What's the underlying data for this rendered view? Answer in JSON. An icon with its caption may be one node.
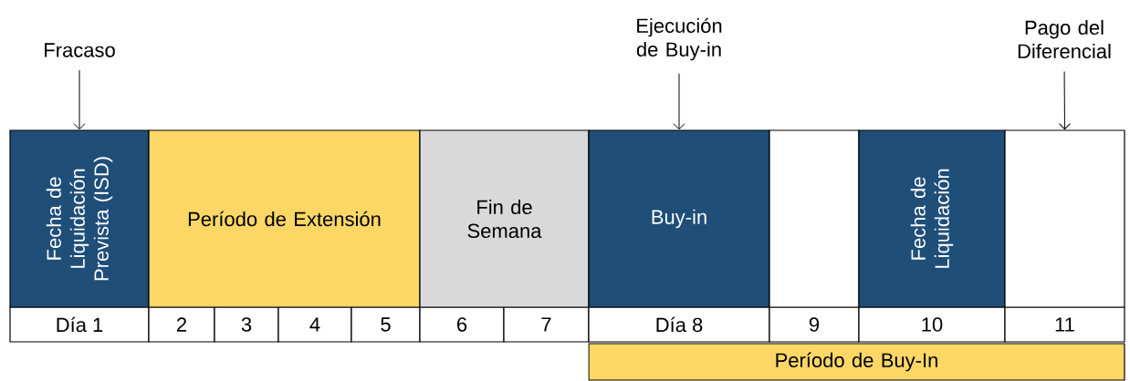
{
  "diagram": {
    "nodes": [
      {
        "text": [
          "Fecha de Liquidación Prevista (ISD)"
        ]
      },
      {
        "text": [
          "Período de Extensión"
        ]
      },
      {
        "text": [
          "Fin de Semana"
        ]
      },
      {
        "text": [
          "Buy-in"
        ]
      },
      {
        "text": [],
        "shape": "box"
      },
      {
        "text": [
          "Fecha de Liquidación"
        ]
      },
      {
        "text": [],
        "shape": "box"
      },
      {
        "text": [
          "Período de Buy-In"
        ]
      },
      {
        "text": [
          "Fracaso"
        ]
      },
      {
        "text": [
          "Ejecución de Buy-in"
        ]
      },
      {
        "text": [
          "Pago del Diferencial"
        ]
      }
    ],
    "edges": [
      {
        "from": 8,
        "to": 0,
        "arrow": "to"
      },
      {
        "from": 9,
        "to": 3,
        "arrow": "to"
      },
      {
        "from": 10,
        "to": 6,
        "arrow": "to"
      }
    ],
    "labels": [
      "Día 1",
      "2",
      "3",
      "4",
      "5",
      "6",
      "7",
      "Día 8",
      "9",
      "10",
      "11"
    ]
  }
}
